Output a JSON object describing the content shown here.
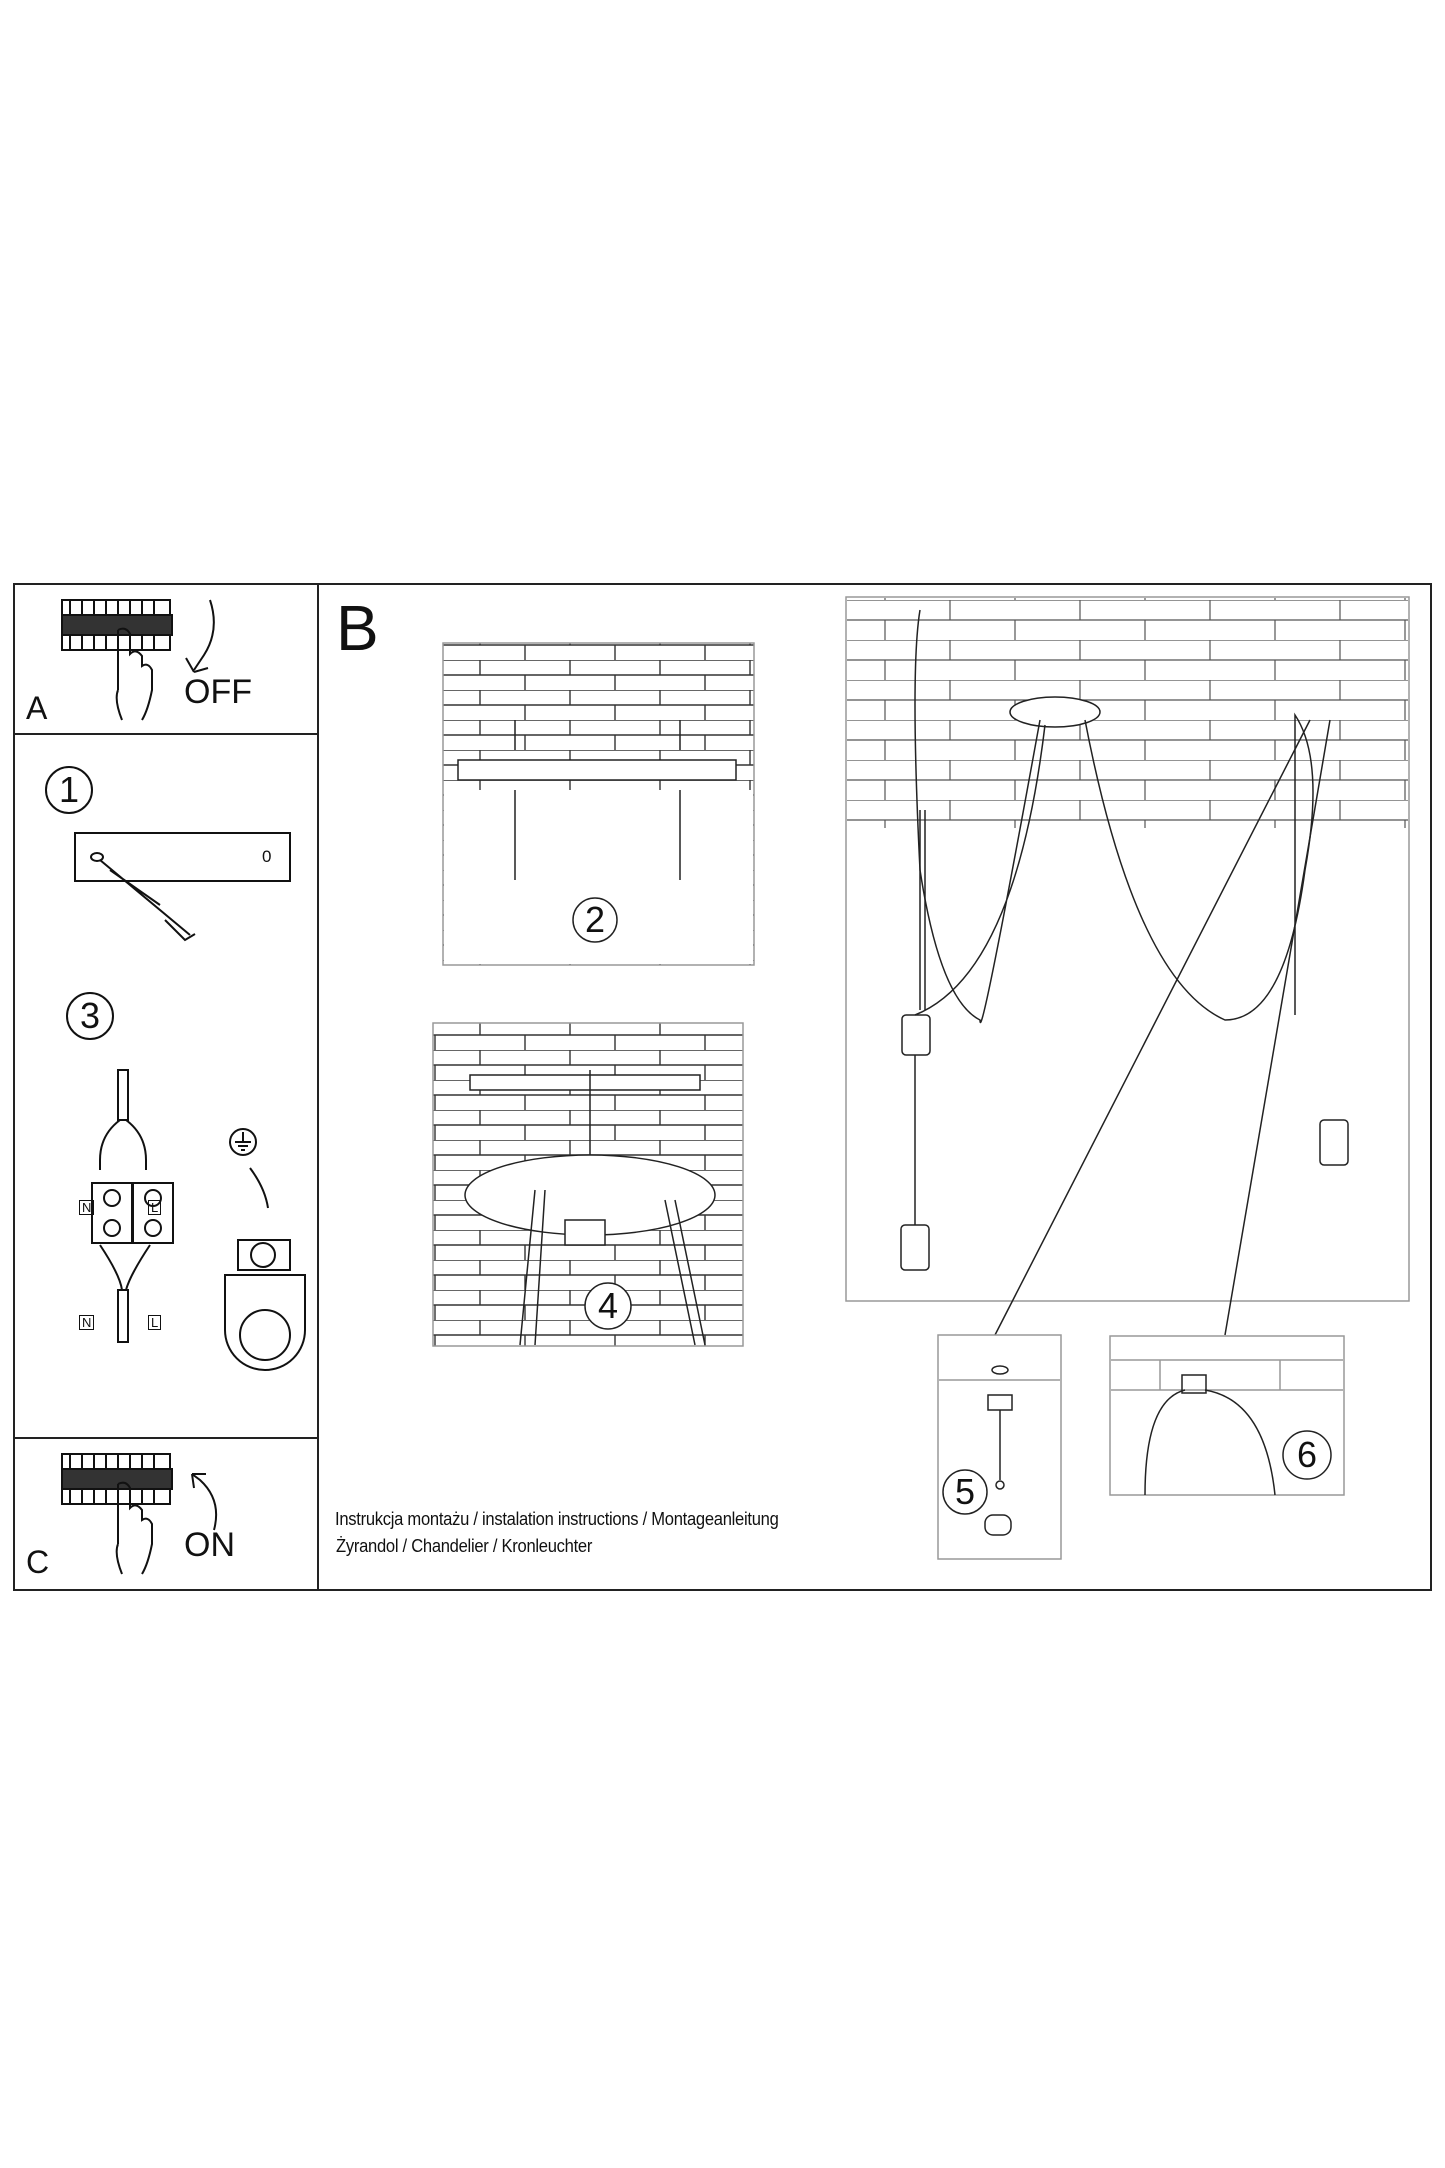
{
  "panel_a": {
    "label": "A",
    "switch_text": "OFF"
  },
  "panel_b": {
    "label": "B"
  },
  "panel_c": {
    "label": "C",
    "switch_text": "ON"
  },
  "steps": {
    "step1": {
      "number": "1",
      "box_mark": "0"
    },
    "step2": {
      "number": "2"
    },
    "step3": {
      "number": "3",
      "terminal_n": "N",
      "terminal_l": "L"
    },
    "step4": {
      "number": "4"
    },
    "step5": {
      "number": "5"
    },
    "step6": {
      "number": "6"
    }
  },
  "caption": {
    "line1": "Instrukcja montażu / instalation instructions / Montageanleitung",
    "line2": "Żyrandol / Chandelier / Kronleuchter"
  }
}
